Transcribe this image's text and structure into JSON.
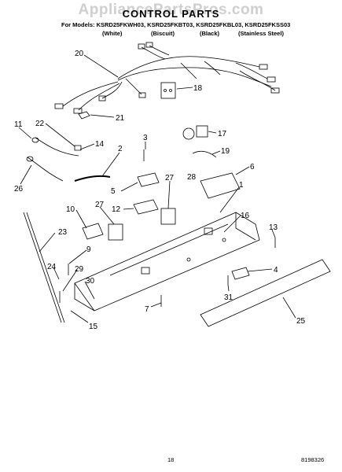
{
  "watermark": "AppliancePartsPros.com",
  "title": "CONTROL PARTS",
  "models_line": "For Models: KSRD25FKWH03, KSRD25FKBT03, KSRD25FKBL03, KSRD25FKSS03",
  "colors": [
    "(White)",
    "(Biscuit)",
    "(Black)",
    "(Stainless Steel)"
  ],
  "part_labels": [
    "20",
    "18",
    "21",
    "11",
    "22",
    "14",
    "3",
    "17",
    "2",
    "19",
    "28",
    "6",
    "5",
    "27",
    "1",
    "10",
    "12",
    "27",
    "16",
    "23",
    "13",
    "9",
    "24",
    "29",
    "30",
    "4",
    "31",
    "7",
    "15",
    "25",
    "26"
  ],
  "page_number": "18",
  "doc_code": "8198326"
}
